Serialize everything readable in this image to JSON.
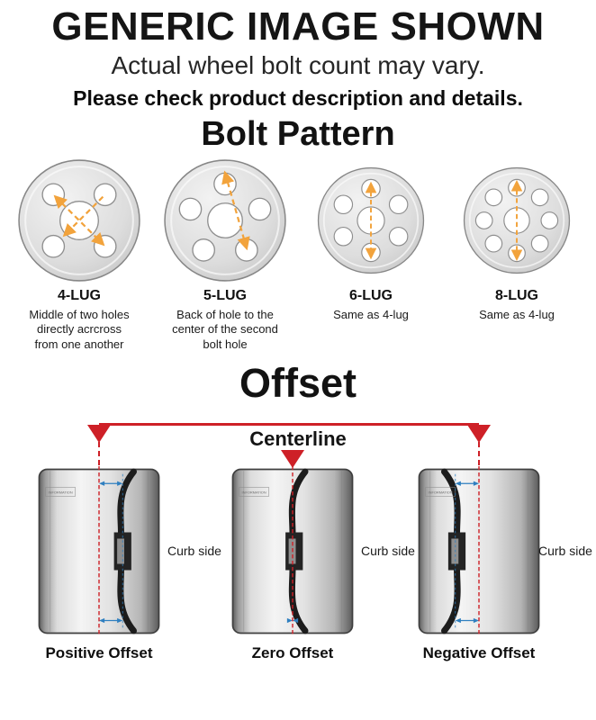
{
  "header": {
    "title": "GENERIC IMAGE SHOWN",
    "subtitle": "Actual wheel bolt count may vary.",
    "note": "Please check product description and details."
  },
  "bolt_pattern": {
    "heading": "Bolt Pattern",
    "items": [
      {
        "label": "4-LUG",
        "description": "Middle of two holes directly acrcross from one another"
      },
      {
        "label": "5-LUG",
        "description": "Back of hole to the center of the second bolt hole"
      },
      {
        "label": "6-LUG",
        "description": "Same as 4-lug"
      },
      {
        "label": "8-LUG",
        "description": "Same as 4-lug"
      }
    ]
  },
  "offset": {
    "heading": "Offset",
    "centerline_label": "Centerline",
    "items": [
      {
        "label": "Positive Offset",
        "curb_label": "Curb side",
        "watermark": "INFORMATION"
      },
      {
        "label": "Zero Offset",
        "curb_label": "Curb side",
        "watermark": "INFORMATION"
      },
      {
        "label": "Negative Offset",
        "curb_label": "Curb side",
        "watermark": "INFORMATION"
      }
    ]
  },
  "colors": {
    "measure_orange": "#F2A33C",
    "centerline_red": "#CE2027",
    "offset_blue": "#2E7FC0",
    "text": "#111111"
  }
}
